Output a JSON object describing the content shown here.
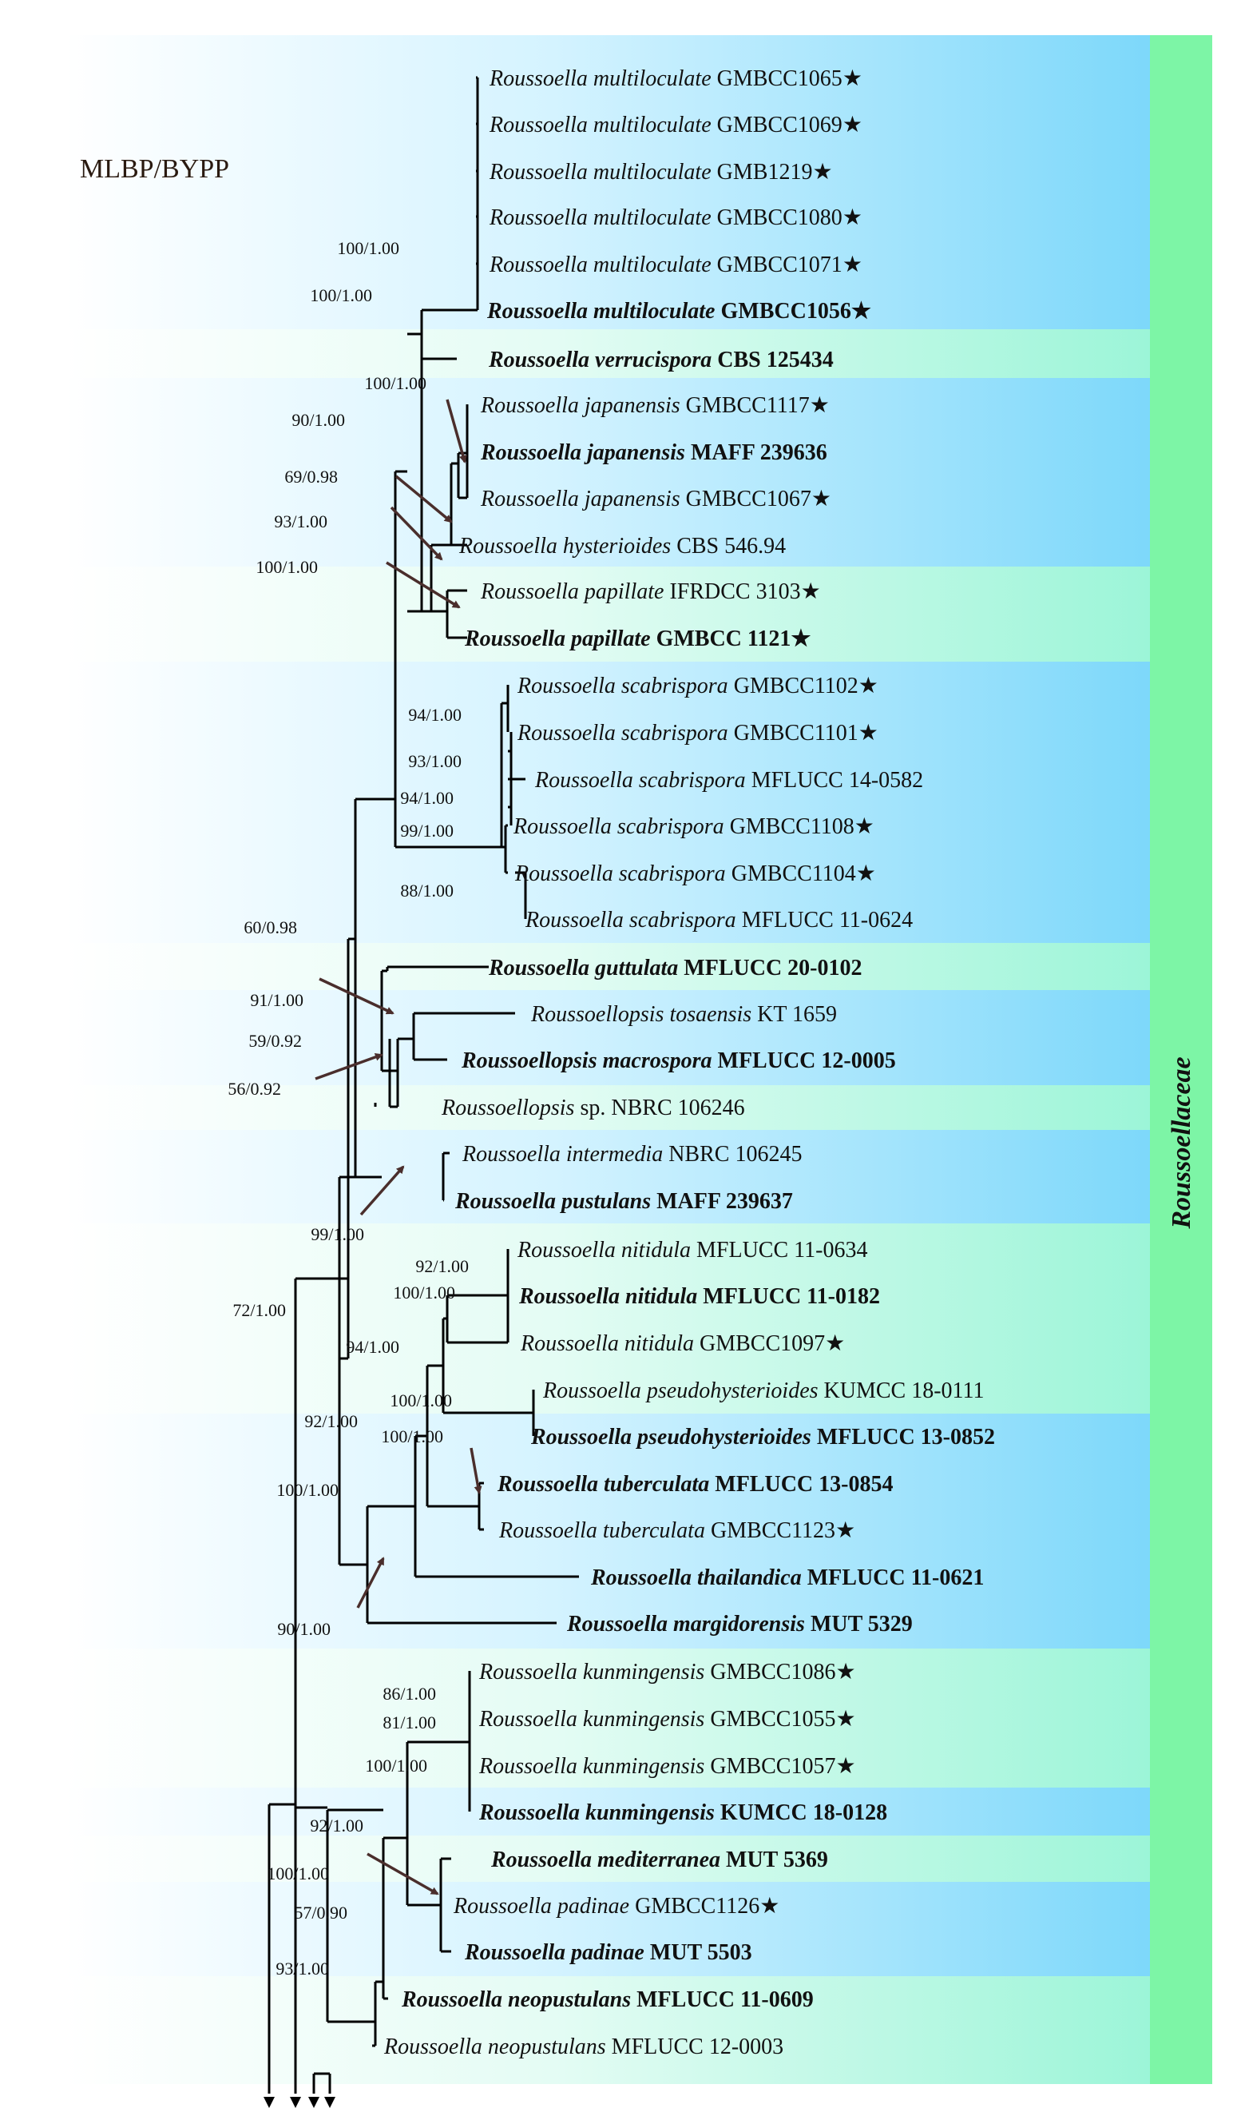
{
  "figure": {
    "support_legend": "MLBP/BYPP",
    "family_label": "Roussoellaceae",
    "colors": {
      "band_blue_dark": "#7dd8fa",
      "band_blue_light": "#d4f3ff",
      "band_mint_dark": "#9cf5d8",
      "band_mint_light": "#e4fcf4",
      "family_bar": "#7df5a6",
      "lines": "#000000",
      "arrows": "#4a2e2c"
    }
  },
  "taxa": [
    {
      "genus": "Roussoella",
      "species": "multiloculate",
      "strain": "GMBCC1065",
      "star": "★",
      "bold": false
    },
    {
      "genus": "Roussoella",
      "species": "multiloculate",
      "strain": "GMBCC1069",
      "star": "★",
      "bold": false
    },
    {
      "genus": "Roussoella",
      "species": "multiloculate",
      "strain": "GMB1219",
      "star": "★",
      "bold": false
    },
    {
      "genus": "Roussoella",
      "species": "multiloculate",
      "strain": "GMBCC1080",
      "star": "★",
      "bold": false
    },
    {
      "genus": "Roussoella",
      "species": "multiloculate",
      "strain": "GMBCC1071",
      "star": "★",
      "bold": false
    },
    {
      "genus": "Roussoella",
      "species": "multiloculate",
      "strain": "GMBCC1056",
      "star": "★",
      "bold": true
    },
    {
      "genus": "Roussoella",
      "species": "verrucispora",
      "strain": "CBS 125434",
      "star": "",
      "bold": true
    },
    {
      "genus": "Roussoella",
      "species": "japanensis",
      "strain": "GMBCC1117",
      "star": "★",
      "bold": false
    },
    {
      "genus": "Roussoella",
      "species": "japanensis",
      "strain": "MAFF 239636",
      "star": "",
      "bold": true
    },
    {
      "genus": "Roussoella",
      "species": "japanensis",
      "strain": "GMBCC1067",
      "star": "★",
      "bold": false
    },
    {
      "genus": "Roussoella",
      "species": "hysterioides",
      "strain": "CBS 546.94",
      "star": "",
      "bold": false
    },
    {
      "genus": "Roussoella",
      "species": "papillate",
      "strain": "IFRDCC 3103",
      "star": "★",
      "bold": false
    },
    {
      "genus": "Roussoella",
      "species": "papillate",
      "strain": "GMBCC 1121",
      "star": "★",
      "bold": true
    },
    {
      "genus": "Roussoella",
      "species": "scabrispora",
      "strain": "GMBCC1102",
      "star": "★",
      "bold": false
    },
    {
      "genus": "Roussoella",
      "species": "scabrispora",
      "strain": "GMBCC1101",
      "star": "★",
      "bold": false
    },
    {
      "genus": "Roussoella",
      "species": "scabrispora",
      "strain": "MFLUCC 14-0582",
      "star": "",
      "bold": false
    },
    {
      "genus": "Roussoella",
      "species": "scabrispora",
      "strain": "GMBCC1108",
      "star": "★",
      "bold": false
    },
    {
      "genus": "Roussoella",
      "species": "scabrispora",
      "strain": "GMBCC1104",
      "star": "★",
      "bold": false
    },
    {
      "genus": "Roussoella",
      "species": "scabrispora",
      "strain": "MFLUCC 11-0624",
      "star": "",
      "bold": false
    },
    {
      "genus": "Roussoella",
      "species": "guttulata",
      "strain": "MFLUCC 20-0102",
      "star": "",
      "bold": true
    },
    {
      "genus": "Roussoellopsis",
      "species": "tosaensis",
      "strain": "KT 1659",
      "star": "",
      "bold": false
    },
    {
      "genus": "Roussoellopsis",
      "species": "macrospora",
      "strain": "MFLUCC 12-0005",
      "star": "",
      "bold": true
    },
    {
      "genus": "Roussoellopsis",
      "species": "",
      "strain": "sp. NBRC 106246",
      "star": "",
      "bold": false
    },
    {
      "genus": "Roussoella",
      "species": "intermedia",
      "strain": "NBRC 106245",
      "star": "",
      "bold": false
    },
    {
      "genus": "Roussoella",
      "species": "pustulans",
      "strain": "MAFF 239637",
      "star": "",
      "bold": true
    },
    {
      "genus": "Roussoella",
      "species": "nitidula",
      "strain": "MFLUCC 11-0634",
      "star": "",
      "bold": false
    },
    {
      "genus": "Roussoella",
      "species": "nitidula",
      "strain": "MFLUCC 11-0182",
      "star": "",
      "bold": true
    },
    {
      "genus": "Roussoella",
      "species": "nitidula",
      "strain": "GMBCC1097",
      "star": "★",
      "bold": false
    },
    {
      "genus": "Roussoella",
      "species": "pseudohysterioides",
      "strain": "KUMCC 18-0111",
      "star": "",
      "bold": false
    },
    {
      "genus": "Roussoella",
      "species": "pseudohysterioides",
      "strain": "MFLUCC 13-0852",
      "star": "",
      "bold": true
    },
    {
      "genus": "Roussoella",
      "species": "tuberculata",
      "strain": "MFLUCC 13-0854",
      "star": "",
      "bold": true
    },
    {
      "genus": "Roussoella",
      "species": "tuberculata",
      "strain": "GMBCC1123",
      "star": "★",
      "bold": false
    },
    {
      "genus": "Roussoella",
      "species": "thailandica",
      "strain": "MFLUCC 11-0621",
      "star": "",
      "bold": true
    },
    {
      "genus": "Roussoella",
      "species": "margidorensis",
      "strain": "MUT 5329",
      "star": "",
      "bold": true
    },
    {
      "genus": "Roussoella",
      "species": "kunmingensis",
      "strain": "GMBCC1086",
      "star": "★",
      "bold": false
    },
    {
      "genus": "Roussoella",
      "species": "kunmingensis",
      "strain": "GMBCC1055",
      "star": "★",
      "bold": false
    },
    {
      "genus": "Roussoella",
      "species": "kunmingensis",
      "strain": "GMBCC1057",
      "star": "★",
      "bold": false
    },
    {
      "genus": "Roussoella",
      "species": "kunmingensis",
      "strain": "KUMCC 18-0128",
      "star": "",
      "bold": true
    },
    {
      "genus": "Roussoella",
      "species": "mediterranea",
      "strain": "MUT 5369",
      "star": "",
      "bold": true
    },
    {
      "genus": "Roussoella",
      "species": "padinae",
      "strain": "GMBCC1126",
      "star": "★",
      "bold": false
    },
    {
      "genus": "Roussoella",
      "species": "padinae",
      "strain": "MUT 5503",
      "star": "",
      "bold": true
    },
    {
      "genus": "Roussoella",
      "species": "neopustulans",
      "strain": "MFLUCC 11-0609",
      "star": "",
      "bold": true
    },
    {
      "genus": "Roussoella",
      "species": "neopustulans",
      "strain": "MFLUCC 12-0003",
      "star": "",
      "bold": false
    }
  ],
  "supports": [
    {
      "text": "100/1.00"
    },
    {
      "text": "100/1.00"
    },
    {
      "text": "100/1.00"
    },
    {
      "text": "90/1.00"
    },
    {
      "text": "69/0.98"
    },
    {
      "text": "93/1.00"
    },
    {
      "text": "100/1.00"
    },
    {
      "text": "94/1.00"
    },
    {
      "text": "93/1.00"
    },
    {
      "text": "94/1.00"
    },
    {
      "text": "99/1.00"
    },
    {
      "text": "88/1.00"
    },
    {
      "text": "60/0.98"
    },
    {
      "text": "91/1.00"
    },
    {
      "text": "59/0.92"
    },
    {
      "text": "56/0.92"
    },
    {
      "text": "99/1.00"
    },
    {
      "text": "72/1.00"
    },
    {
      "text": "92/1.00"
    },
    {
      "text": "100/1.00"
    },
    {
      "text": "94/1.00"
    },
    {
      "text": "100/1.00"
    },
    {
      "text": "92/1.00"
    },
    {
      "text": "100/1.00"
    },
    {
      "text": "100/1.00"
    },
    {
      "text": "90/1.00"
    },
    {
      "text": "86/1.00"
    },
    {
      "text": "81/1.00"
    },
    {
      "text": "100/1.00"
    },
    {
      "text": "92/1.00"
    },
    {
      "text": "100/1.00"
    },
    {
      "text": "57/0.90"
    },
    {
      "text": "93/1.00"
    }
  ]
}
